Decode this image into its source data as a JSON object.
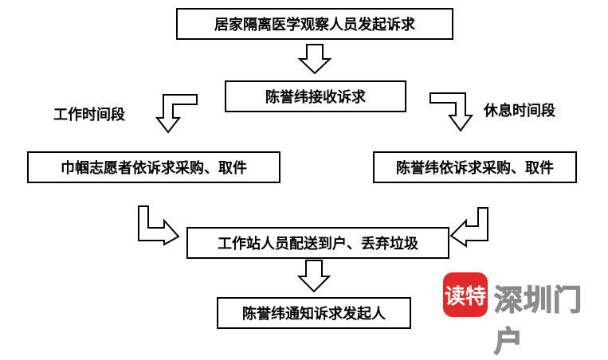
{
  "flow": {
    "step1": "居家隔离医学观察人员发起诉求",
    "step2": "陈誉纬接收诉求",
    "label_work": "工作时间段",
    "label_rest": "休息时间段",
    "step3_left": "巾帼志愿者依诉求采购、取件",
    "step3_right": "陈誉纬依诉求采购、取件",
    "step4": "工作站人员配送到户、丢弃垃圾",
    "step5": "陈誉纬通知诉求发起人"
  },
  "watermark": {
    "badge": "读特",
    "brand": "深圳门户"
  },
  "colors": {
    "badge": "#e02a2a",
    "border": "#000000"
  }
}
